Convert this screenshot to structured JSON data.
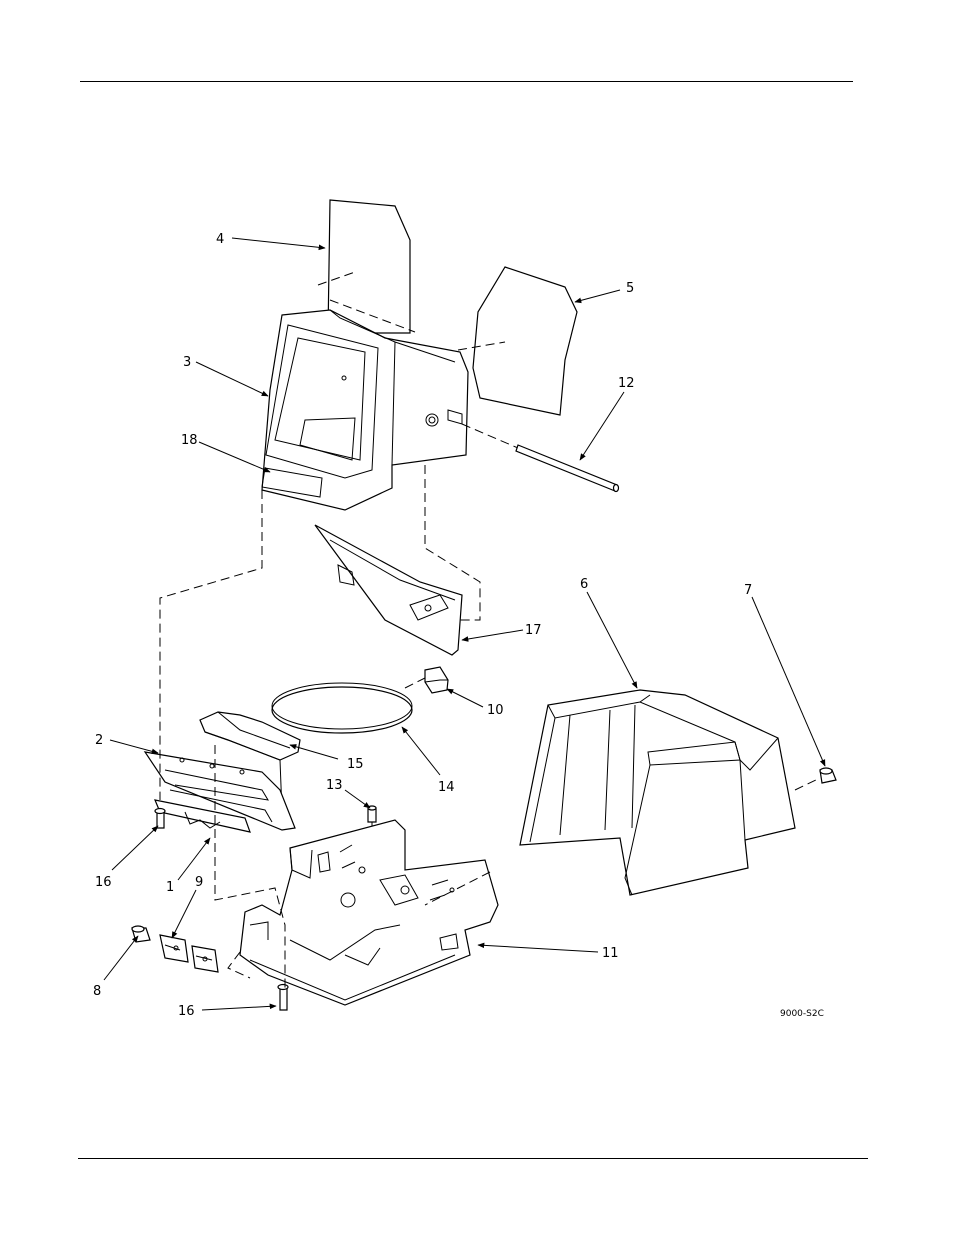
{
  "drawing_id": "9000-S2C",
  "callouts": [
    {
      "id": "c4",
      "label": "4"
    },
    {
      "id": "c5",
      "label": "5"
    },
    {
      "id": "c3",
      "label": "3"
    },
    {
      "id": "c12",
      "label": "12"
    },
    {
      "id": "c18",
      "label": "18"
    },
    {
      "id": "c17",
      "label": "17"
    },
    {
      "id": "c6",
      "label": "6"
    },
    {
      "id": "c7",
      "label": "7"
    },
    {
      "id": "c10",
      "label": "10"
    },
    {
      "id": "c2",
      "label": "2"
    },
    {
      "id": "c15",
      "label": "15"
    },
    {
      "id": "c14",
      "label": "14"
    },
    {
      "id": "c13",
      "label": "13"
    },
    {
      "id": "c16a",
      "label": "16"
    },
    {
      "id": "c1",
      "label": "1"
    },
    {
      "id": "c9",
      "label": "9"
    },
    {
      "id": "c11",
      "label": "11"
    },
    {
      "id": "c8",
      "label": "8"
    },
    {
      "id": "c16b",
      "label": "16"
    }
  ]
}
